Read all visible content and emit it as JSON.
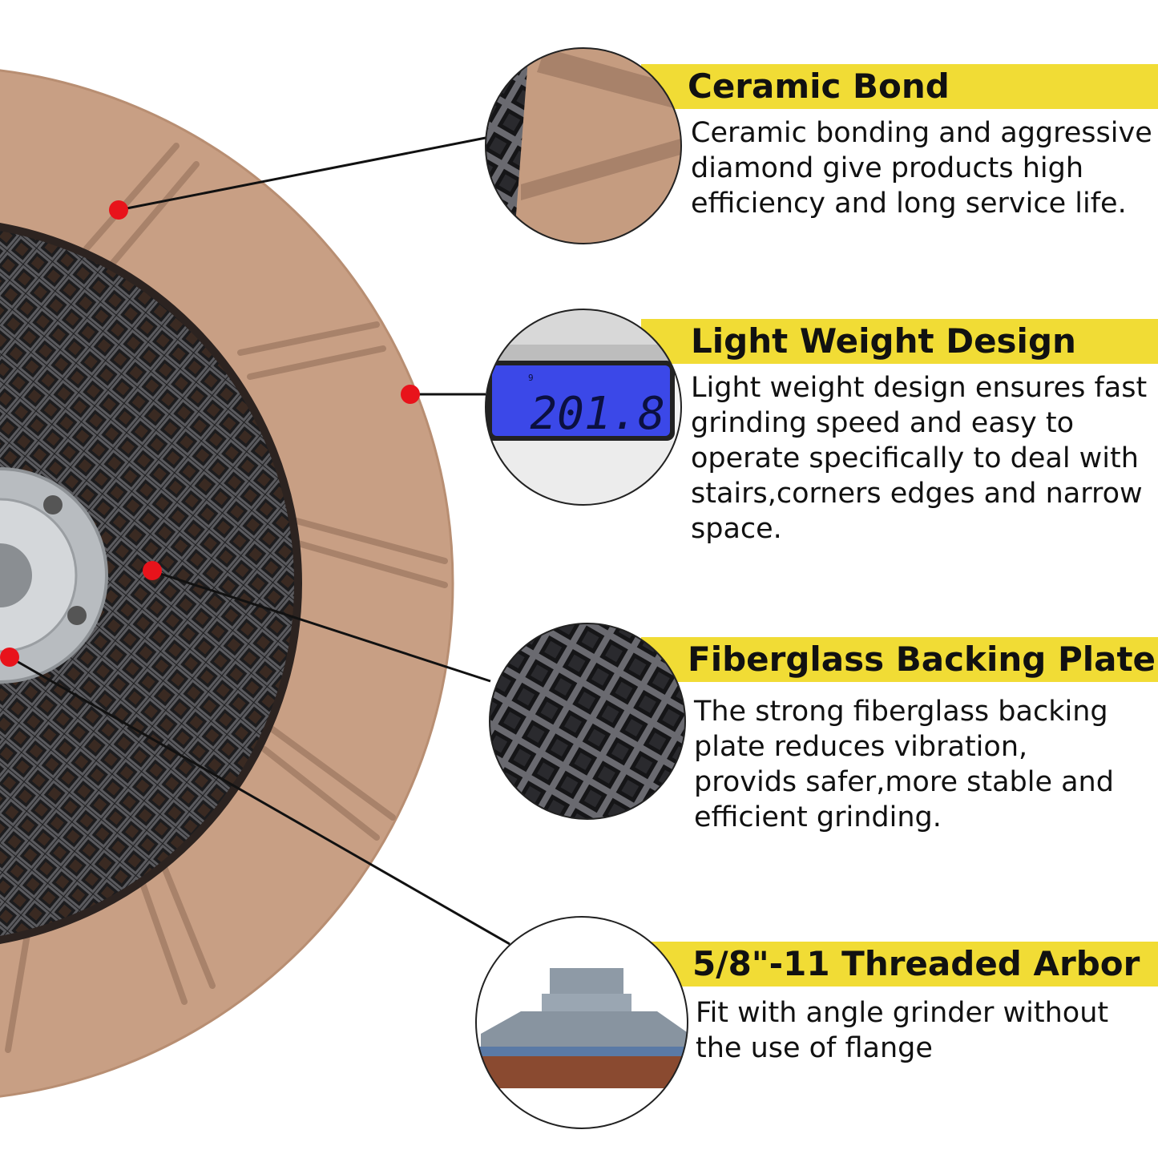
{
  "features": [
    {
      "title": "Ceramic Bond",
      "lines": [
        "Ceramic bonding and aggressive",
        "diamond give products high",
        "efficiency and long service life."
      ],
      "icon": "ceramic-segment-closeup-icon"
    },
    {
      "title": "Light Weight Design",
      "lines": [
        "Light weight design ensures fast",
        "grinding speed and easy to",
        "operate specifically to deal with",
        "stairs,corners edges and narrow",
        "space."
      ],
      "icon": "scale-readout-icon",
      "scale_readout": "201.8",
      "scale_small_digit": "9"
    },
    {
      "title": "Fiberglass Backing Plate",
      "lines": [
        "The strong fiberglass backing",
        "plate reduces vibration,",
        "provids safer,more stable and",
        "efficient grinding."
      ],
      "icon": "fiberglass-mesh-closeup-icon"
    },
    {
      "title": "5/8\"-11 Threaded Arbor",
      "lines": [
        "Fit with angle grinder without",
        "the use of flange"
      ],
      "icon": "threaded-arbor-closeup-icon"
    }
  ],
  "colors": {
    "accent_band": "#f1dc35",
    "ceramic": "#c89f84",
    "mesh": "#2a2a2c",
    "marker": "#e8131b",
    "display": "#3b48e8"
  }
}
